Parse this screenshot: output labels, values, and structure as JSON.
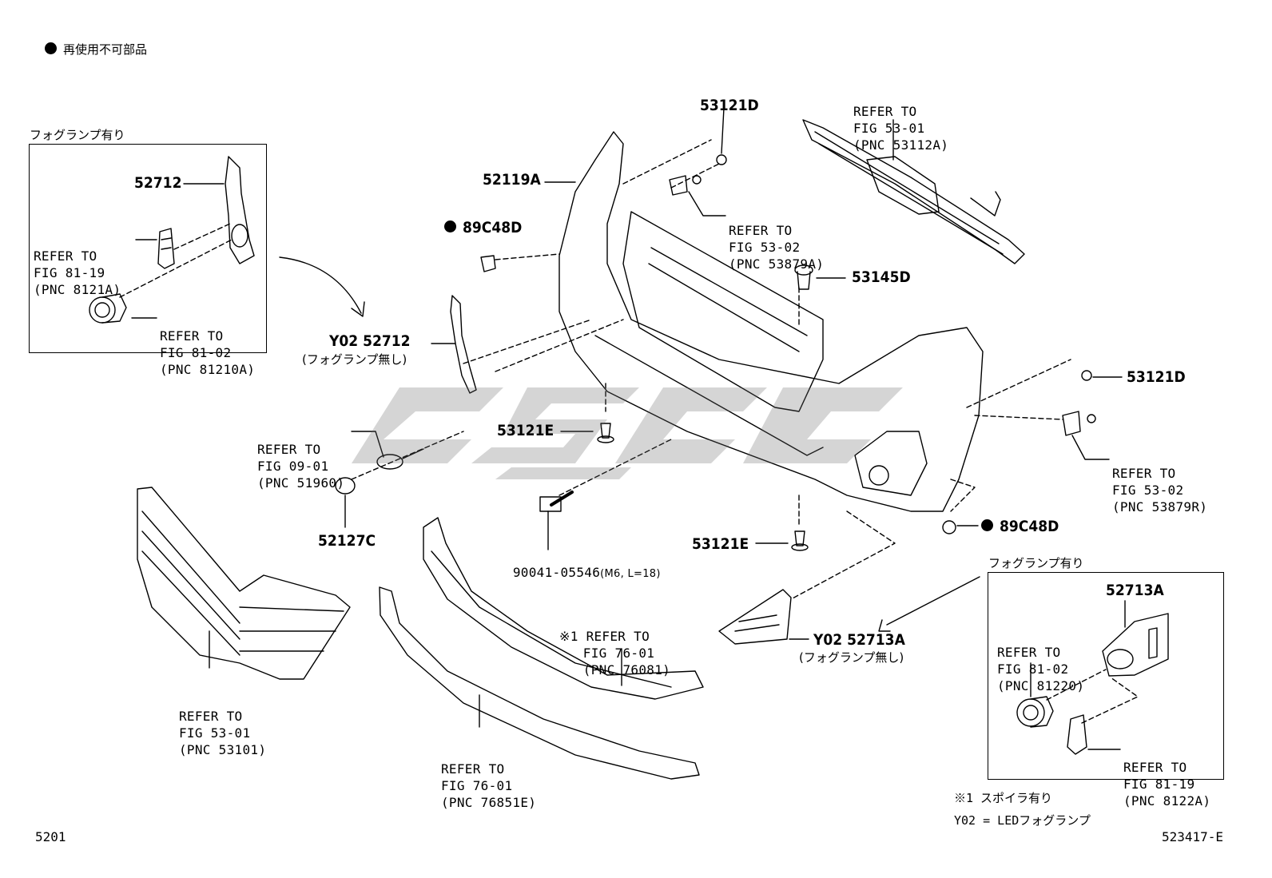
{
  "legend": {
    "non_reusable": "再使用不可部品"
  },
  "boxes": {
    "left_title": "フォグランプ有り",
    "right_title": "フォグランプ有り"
  },
  "parts": {
    "p52712": "52712",
    "p52119A": "52119A",
    "p89C48D_left": "89C48D",
    "p53121D_top": "53121D",
    "p53145D": "53145D",
    "p53121D_right": "53121D",
    "p89C48D_right": "89C48D",
    "y02_52712": "Y02 52712",
    "y02_52712_note": "(フォグランプ無し)",
    "p53121E_upper": "53121E",
    "p53121E_lower": "53121E",
    "p52127C": "52127C",
    "p90041": "90041-05546",
    "p90041_spec": "(M6, L=18)",
    "y02_52713A": "Y02 52713A",
    "y02_52713A_note": "(フォグランプ無し)",
    "p52713A": "52713A"
  },
  "refs": {
    "fig81_19_left": [
      "REFER TO",
      "FIG 81-19",
      "(PNC 8121A)"
    ],
    "fig81_02_left": [
      "REFER TO",
      "FIG 81-02",
      "(PNC 81210A)"
    ],
    "fig53_01_top": [
      "REFER TO",
      "FIG 53-01",
      "(PNC 53112A)"
    ],
    "fig53_02_top": [
      "REFER TO",
      "FIG 53-02",
      "(PNC 53879A)"
    ],
    "fig09_01": [
      "REFER TO",
      "FIG 09-01",
      "(PNC 51960)"
    ],
    "fig53_02_right": [
      "REFER TO",
      "FIG 53-02",
      "(PNC 53879R)"
    ],
    "fig76_01_upper": [
      "※1 REFER TO",
      "   FIG 76-01",
      "   (PNC 76081)"
    ],
    "fig53_01_bottom": [
      "REFER TO",
      "FIG 53-01",
      "(PNC 53101)"
    ],
    "fig76_01_lower": [
      "REFER TO",
      "FIG 76-01",
      "(PNC 76851E)"
    ],
    "fig81_02_right": [
      "REFER TO",
      "FIG 81-02",
      "(PNC 81220)"
    ],
    "fig81_19_right": [
      "REFER TO",
      "FIG 81-19",
      "(PNC 8122A)"
    ]
  },
  "notes": {
    "note1": "※1 スポイラ有り",
    "note2": "Y02 = LEDフォグランプ"
  },
  "footer": {
    "left_code": "5201",
    "right_code": "523417-E"
  }
}
